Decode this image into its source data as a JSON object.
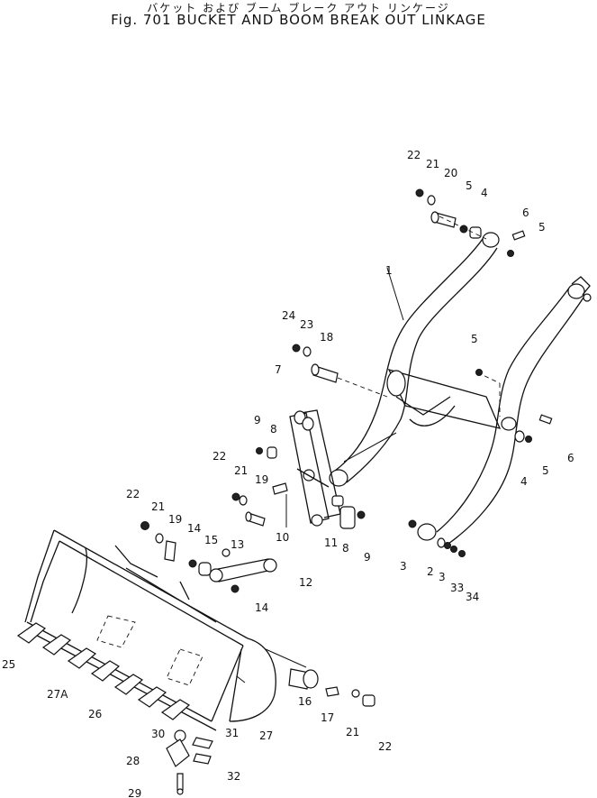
{
  "figure": {
    "title_jp": "バケット および ブーム ブレーク アウト リンケージ",
    "title_en": "Fig. 701 BUCKET AND BOOM BREAK OUT LINKAGE"
  },
  "callouts": [
    {
      "text": "22"
    },
    {
      "text": "21"
    },
    {
      "text": "20"
    },
    {
      "text": "5"
    },
    {
      "text": "4"
    },
    {
      "text": "6"
    },
    {
      "text": "5"
    },
    {
      "text": "1"
    },
    {
      "text": "5"
    },
    {
      "text": "24"
    },
    {
      "text": "23"
    },
    {
      "text": "18"
    },
    {
      "text": "7"
    },
    {
      "text": "9"
    },
    {
      "text": "8"
    },
    {
      "text": "22"
    },
    {
      "text": "21"
    },
    {
      "text": "19"
    },
    {
      "text": "10"
    },
    {
      "text": "11"
    },
    {
      "text": "8"
    },
    {
      "text": "9"
    },
    {
      "text": "6"
    },
    {
      "text": "5"
    },
    {
      "text": "4"
    },
    {
      "text": "22"
    },
    {
      "text": "21"
    },
    {
      "text": "19"
    },
    {
      "text": "14"
    },
    {
      "text": "15"
    },
    {
      "text": "13"
    },
    {
      "text": "12"
    },
    {
      "text": "14"
    },
    {
      "text": "3"
    },
    {
      "text": "2"
    },
    {
      "text": "3"
    },
    {
      "text": "33"
    },
    {
      "text": "34"
    },
    {
      "text": "25"
    },
    {
      "text": "27A"
    },
    {
      "text": "26"
    },
    {
      "text": "27"
    },
    {
      "text": "16"
    },
    {
      "text": "17"
    },
    {
      "text": "21"
    },
    {
      "text": "22"
    },
    {
      "text": "30"
    },
    {
      "text": "28"
    },
    {
      "text": "31"
    },
    {
      "text": "32"
    },
    {
      "text": "29"
    }
  ]
}
